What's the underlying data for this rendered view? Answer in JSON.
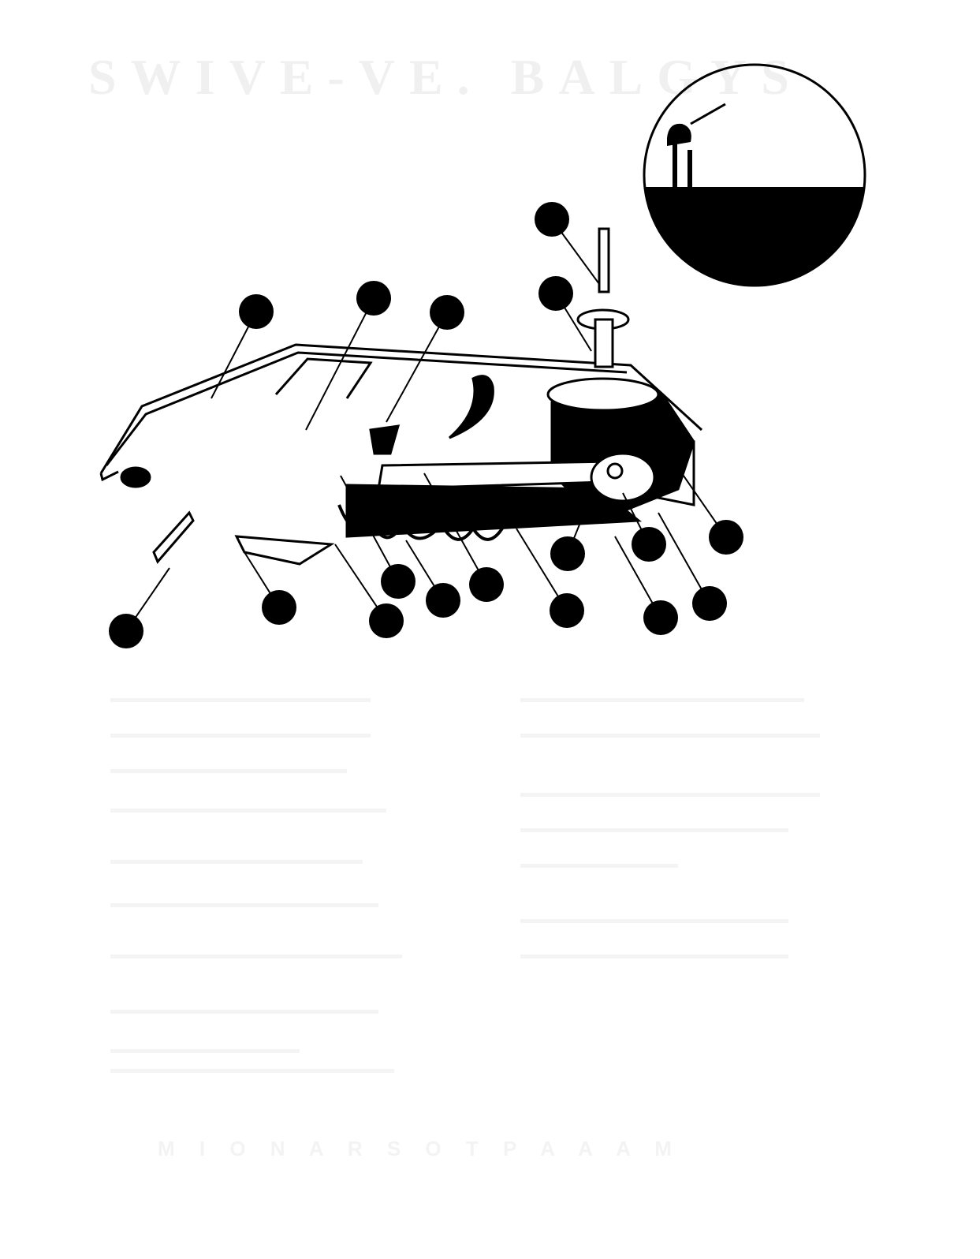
{
  "page": {
    "title": "SWIVE-VE. BALGYS",
    "footer": "M I O N A R S O T P A A A M"
  },
  "diagram": {
    "callout_count": 17,
    "has_detail_inset": true,
    "colors": {
      "ink": "#000000",
      "paper": "#ffffff",
      "faded_text": "#f0f0f0"
    }
  }
}
